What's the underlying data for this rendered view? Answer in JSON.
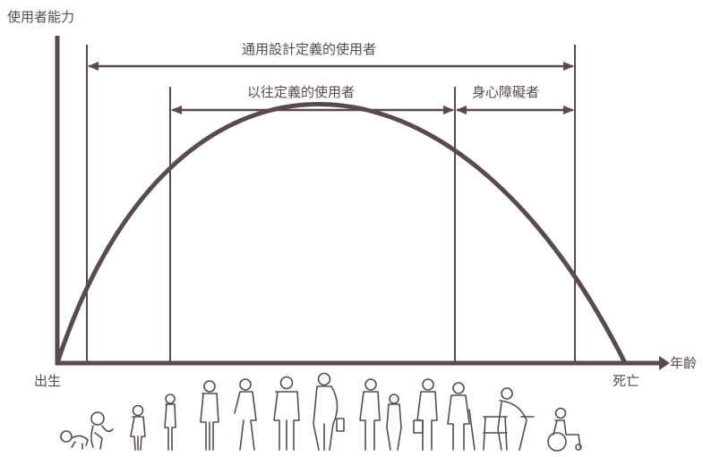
{
  "axes": {
    "y_label": "使用者能力",
    "x_label": "年齡",
    "start_label": "出生",
    "end_label": "死亡"
  },
  "ranges": {
    "universal": "通用設計定義的使用者",
    "traditional": "以往定義的使用者",
    "disabled": "身心障礙者"
  },
  "colors": {
    "line": "#5a4a4d",
    "figure": "#5a4a4d"
  },
  "figures": [
    "baby-crawling-icon",
    "toddler-icon",
    "child-icon",
    "young-child-icon",
    "teen-icon",
    "young-woman-icon",
    "adult-man-icon",
    "pregnant-woman-icon",
    "adult-with-child-icon",
    "adult-with-shopping-bag-icon",
    "elder-with-cane-icon",
    "elder-with-walker-icon",
    "wheelchair-user-icon"
  ]
}
